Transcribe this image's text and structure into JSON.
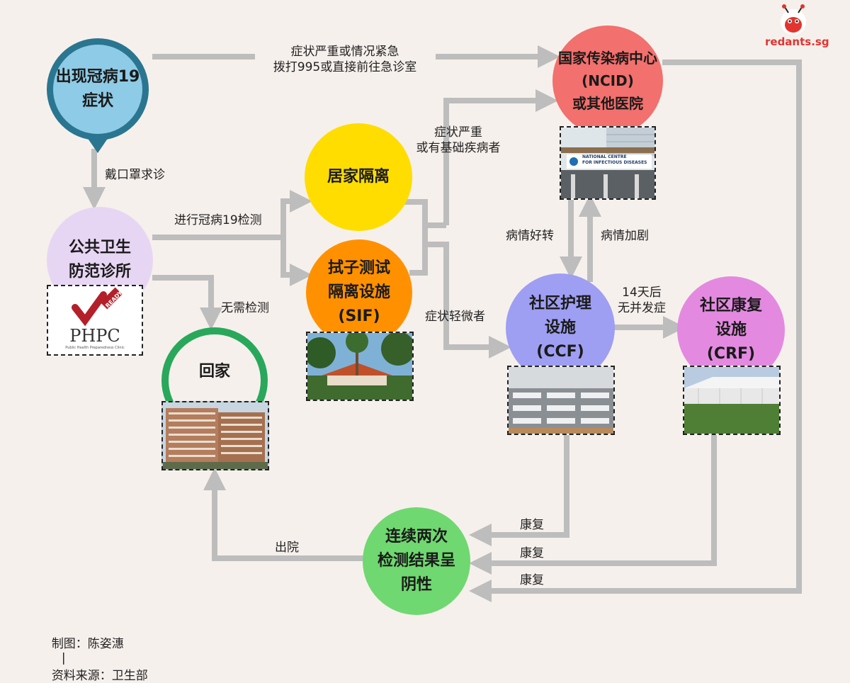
{
  "brand": {
    "name": "redants.sg",
    "accent": "#e3342f"
  },
  "nodes": {
    "symptoms": {
      "line1": "出现冠病19",
      "line2": "症状",
      "color": "#8ecbe6",
      "ring": "#2a7690"
    },
    "clinic": {
      "line1": "公共卫生",
      "line2": "防范诊所",
      "color": "#e7d6f3"
    },
    "home": {
      "text": "回家",
      "ring": "#29a85b"
    },
    "home_quarantine": {
      "text": "居家隔离",
      "color": "#ffdd00"
    },
    "sif": {
      "line1": "拭子测试",
      "line2": "隔离设施",
      "line3": "(SIF)",
      "color": "#ff9100"
    },
    "ncid": {
      "line1": "国家传染病中心",
      "line2": "(NCID)",
      "line3": "或其他医院",
      "color": "#f2706d"
    },
    "ccf": {
      "line1": "社区护理",
      "line2": "设施",
      "line3": "(CCF)",
      "color": "#9e9ef3"
    },
    "crf": {
      "line1": "社区康复",
      "line2": "设施",
      "line3": "(CRF)",
      "color": "#e38ae0"
    },
    "negative": {
      "line1": "连续两次",
      "line2": "检测结果呈",
      "line3": "阴性",
      "color": "#6fd870"
    }
  },
  "labels": {
    "emergency": {
      "line1": "症状严重或情况紧急",
      "line2": "拨打995或直接前往急诊室"
    },
    "mask": "戴口罩求诊",
    "test": "进行冠病19检测",
    "no_test": "无需检测",
    "severe": {
      "line1": "症状严重",
      "line2": "或有基础疾病者"
    },
    "mild": "症状轻微者",
    "improving": "病情好转",
    "worsening": "病情加剧",
    "after14": {
      "line1": "14天后",
      "line2": "无并发症"
    },
    "recovered1": "康复",
    "recovered2": "康复",
    "recovered3": "康复",
    "discharged": "出院"
  },
  "logos": {
    "phpc_main": "PHPC",
    "phpc_ready": "READY",
    "phpc_sub": "Public Health Preparedness Clinic"
  },
  "photos": {
    "ncid_sign_line1": "NATIONAL CENTRE",
    "ncid_sign_line2": "FOR INFECTIOUS DISEASES"
  },
  "footer": {
    "chart_by": "制图：陈姿潓",
    "separator": "|",
    "source": "资料来源：卫生部"
  },
  "colors": {
    "arrow": "#bdbdbd"
  }
}
